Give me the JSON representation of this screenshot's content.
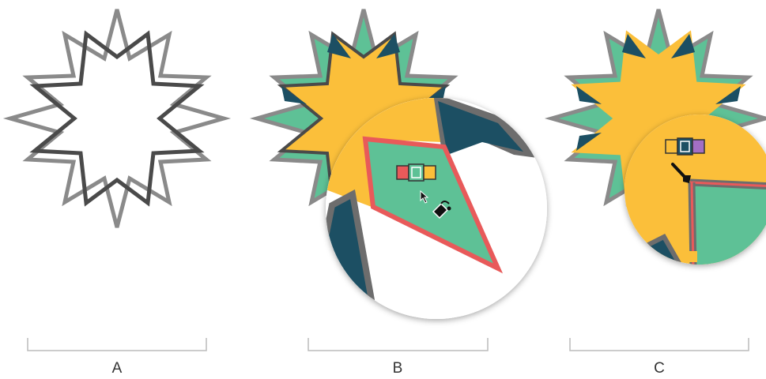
{
  "panels": [
    {
      "id": "a",
      "label": "A"
    },
    {
      "id": "b",
      "label": "B"
    },
    {
      "id": "c",
      "label": "C"
    }
  ],
  "colors": {
    "outline_dark": "#4a4a4a",
    "outline_light": "#8a8a8a",
    "fill_yellow": "#fbbf3a",
    "fill_green": "#5ec196",
    "fill_teal": "#1c4f63",
    "stroke_red": "#e85a5a",
    "swatch_purple": "#a36fc4",
    "bracket_gray": "#bbbbbb",
    "caption_text": "#333333"
  },
  "icons": {
    "panel_b_pointer": "live-paint-bucket-icon",
    "panel_c_pointer": "live-paint-brush-icon"
  }
}
